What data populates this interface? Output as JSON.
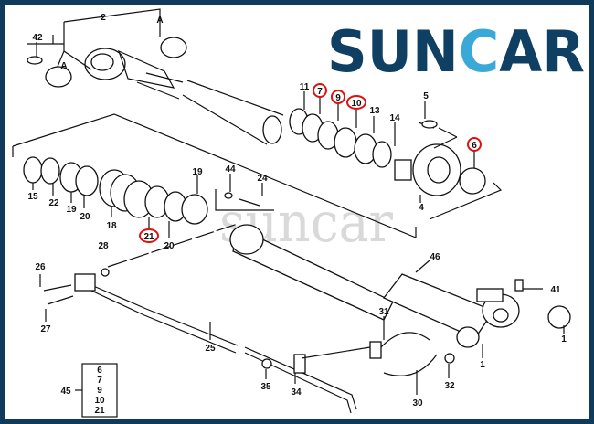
{
  "logo": {
    "text": "SUNCAR",
    "brand_color": "#0f3f63",
    "accent_color": "#3aa9d8"
  },
  "watermark": "suncar",
  "highlight_color": "#e01010",
  "labels": {
    "l2": "2",
    "lA1": "A",
    "lA2": "A",
    "l42": "42",
    "l11": "11",
    "l7": "7",
    "l9": "9",
    "l10": "10",
    "l13": "13",
    "l14": "14",
    "l5": "5",
    "l6": "6",
    "l15": "15",
    "l22": "22",
    "l19a": "19",
    "l20a": "20",
    "l18": "18",
    "l19b": "19",
    "l44": "44",
    "l24": "24",
    "l4": "4",
    "l21": "21",
    "l20b": "20",
    "l28": "28",
    "l26": "26",
    "l27": "27",
    "l46": "46",
    "l41": "41",
    "l1a": "1",
    "l1b": "1",
    "l31": "31",
    "l25": "25",
    "l35": "35",
    "l34": "34",
    "l32": "32",
    "l30": "30",
    "l45": "45"
  },
  "kit_box": {
    "items": [
      "6",
      "7",
      "9",
      "10",
      "21"
    ]
  }
}
